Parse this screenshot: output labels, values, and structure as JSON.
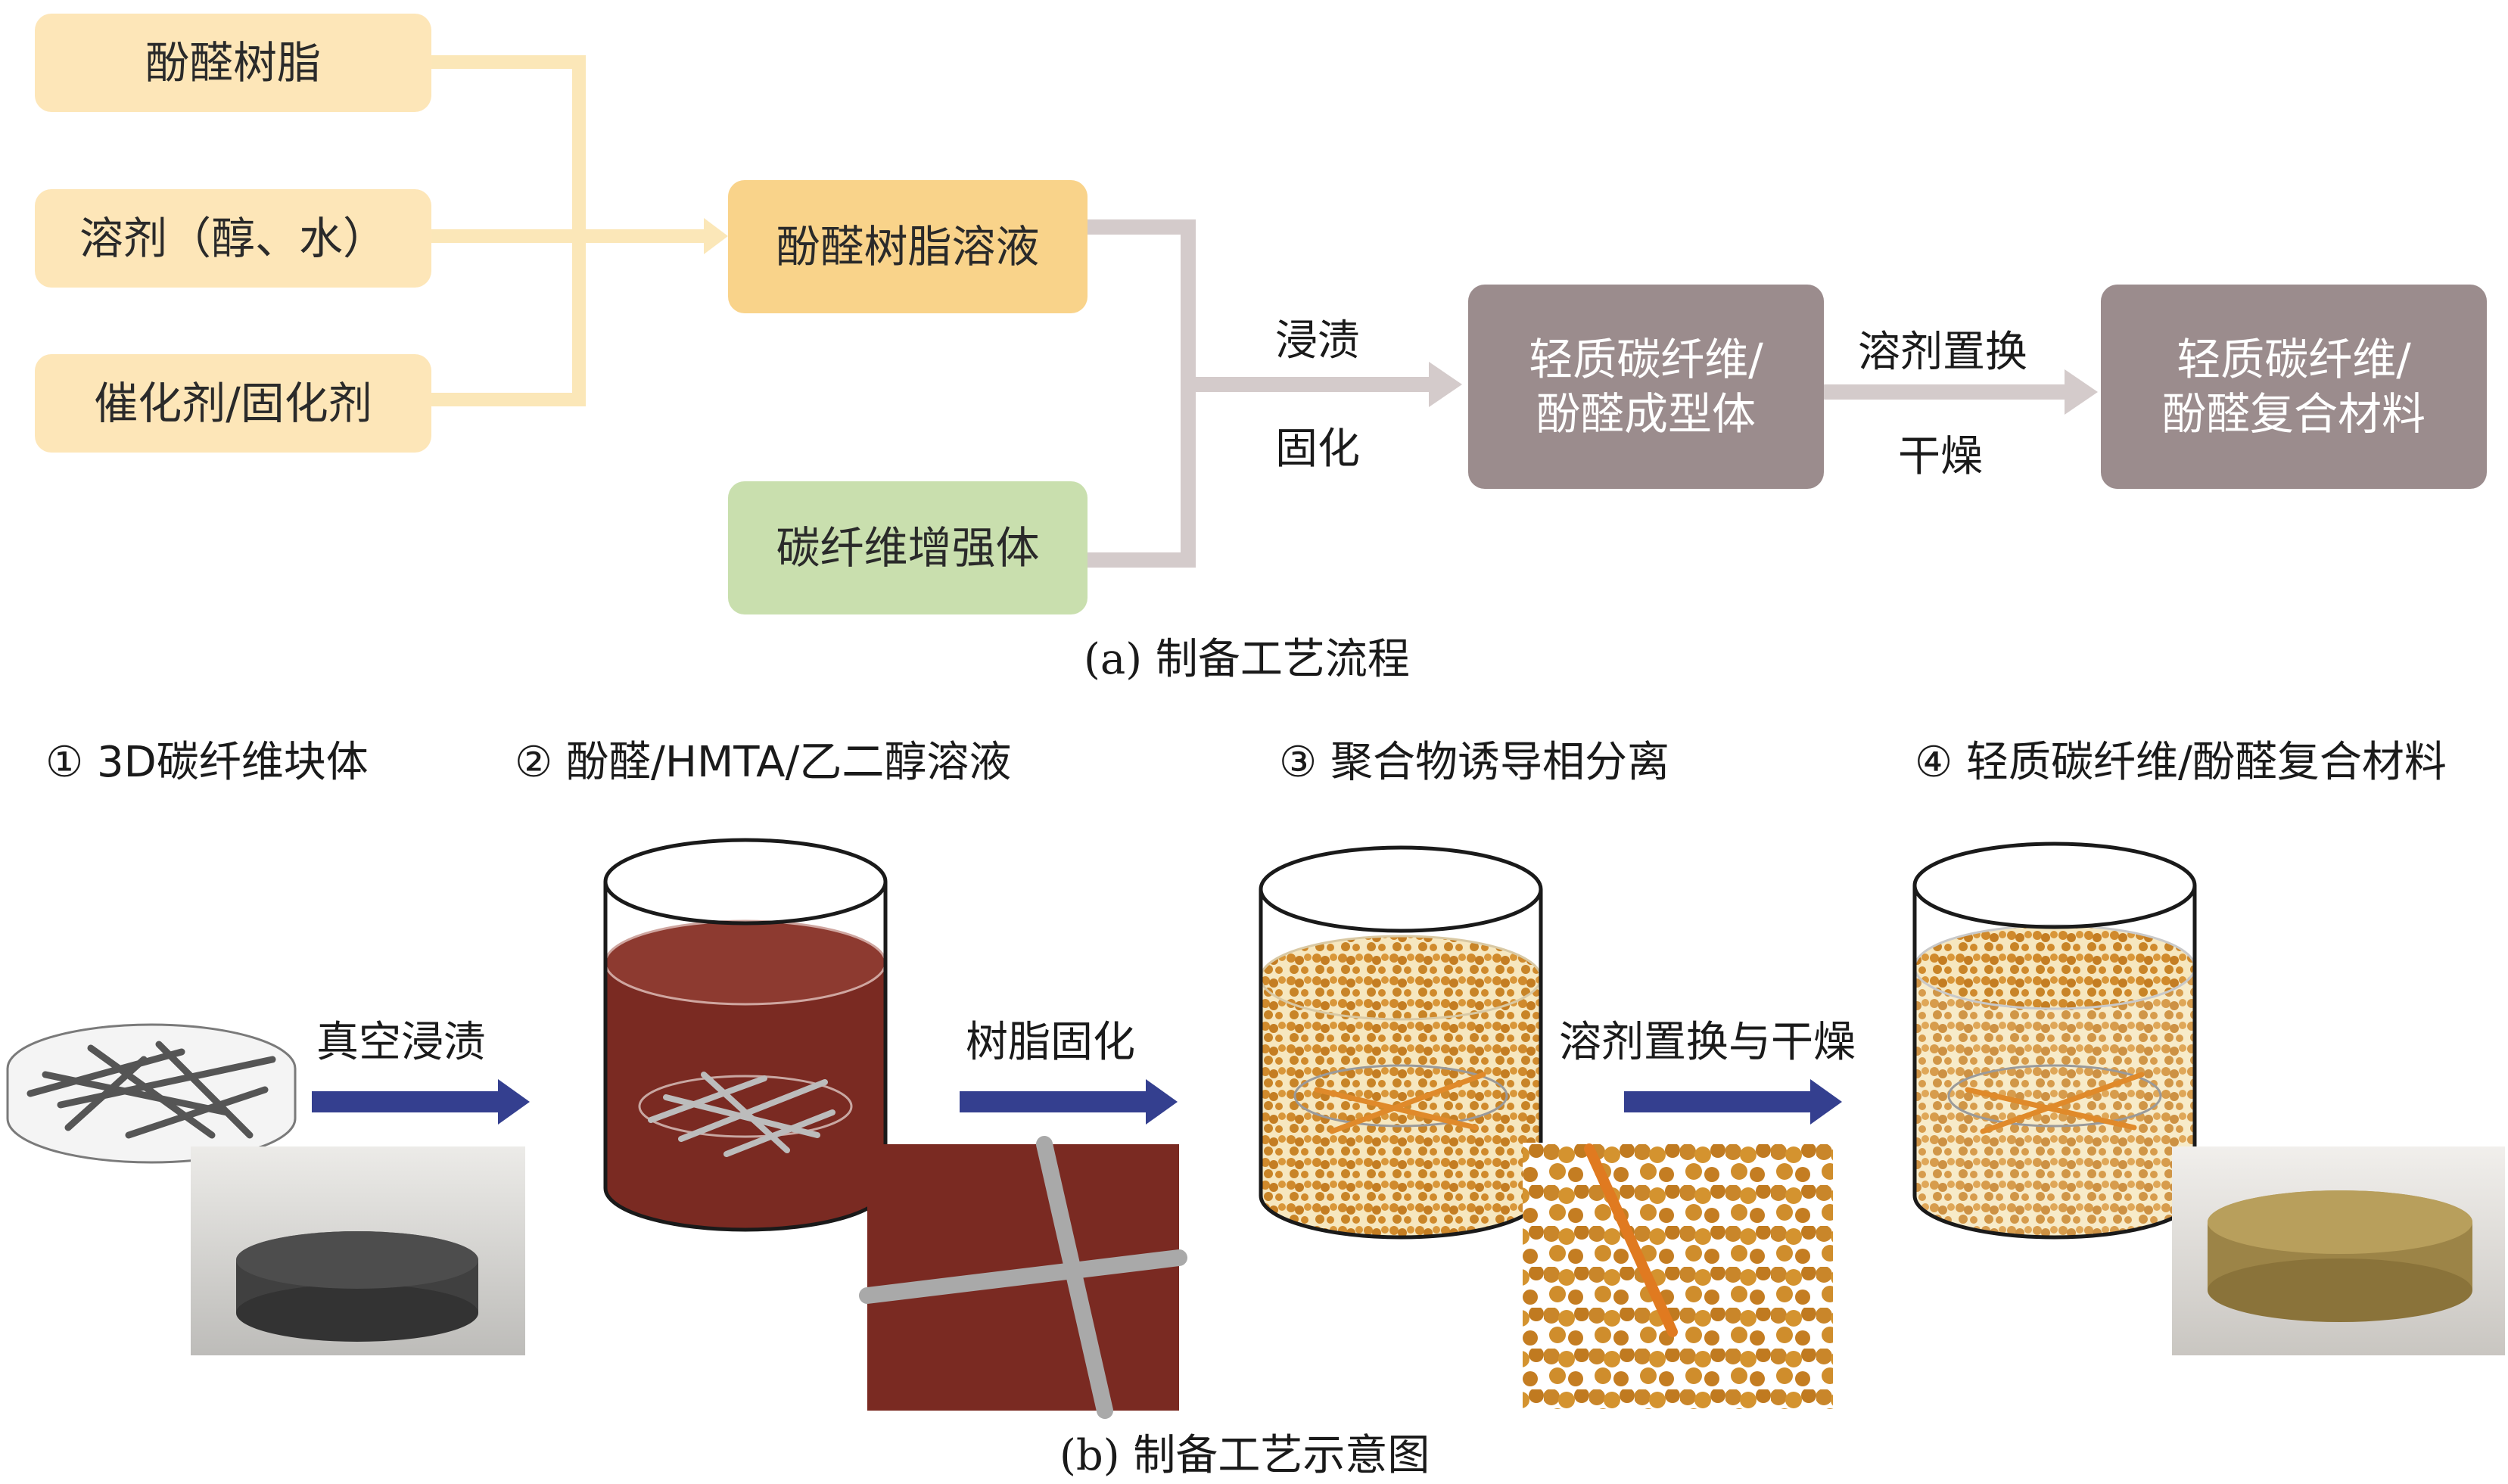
{
  "panel_a": {
    "inputs": [
      "酚醛树脂",
      "溶剂（醇、水）",
      "催化剂/固化剂"
    ],
    "solution": "酚醛树脂溶液",
    "reinforcement": "碳纤维增强体",
    "step1_top": "浸渍",
    "step1_bottom": "固化",
    "preform": [
      "轻质碳纤维/",
      "酚醛成型体"
    ],
    "step2_top": "溶剂置换",
    "step2_bottom": "干燥",
    "composite": [
      "轻质碳纤维/",
      "酚醛复合材料"
    ],
    "caption": "(a) 制备工艺流程"
  },
  "panel_b": {
    "steps": [
      "① 3D碳纤维块体",
      "② 酚醛/HMTA/乙二醇溶液",
      "③ 聚合物诱导相分离",
      "④ 轻质碳纤维/酚醛复合材料"
    ],
    "arrows": [
      "真空浸渍",
      "树脂固化",
      "溶剂置换与干燥"
    ],
    "caption": "(b) 制备工艺示意图"
  },
  "colors": {
    "input_box": "#fde6b8",
    "solution_box": "#f9d38a",
    "reinforcement_box": "#c9dfae",
    "grey_box": "#9b8c8d",
    "connector_yellow": "#fbe7b8",
    "connector_grey": "#d4cbcb",
    "process_arrow": "#343f8f",
    "resin": "#7a2a22",
    "gel_particles": "#d08a2c"
  }
}
